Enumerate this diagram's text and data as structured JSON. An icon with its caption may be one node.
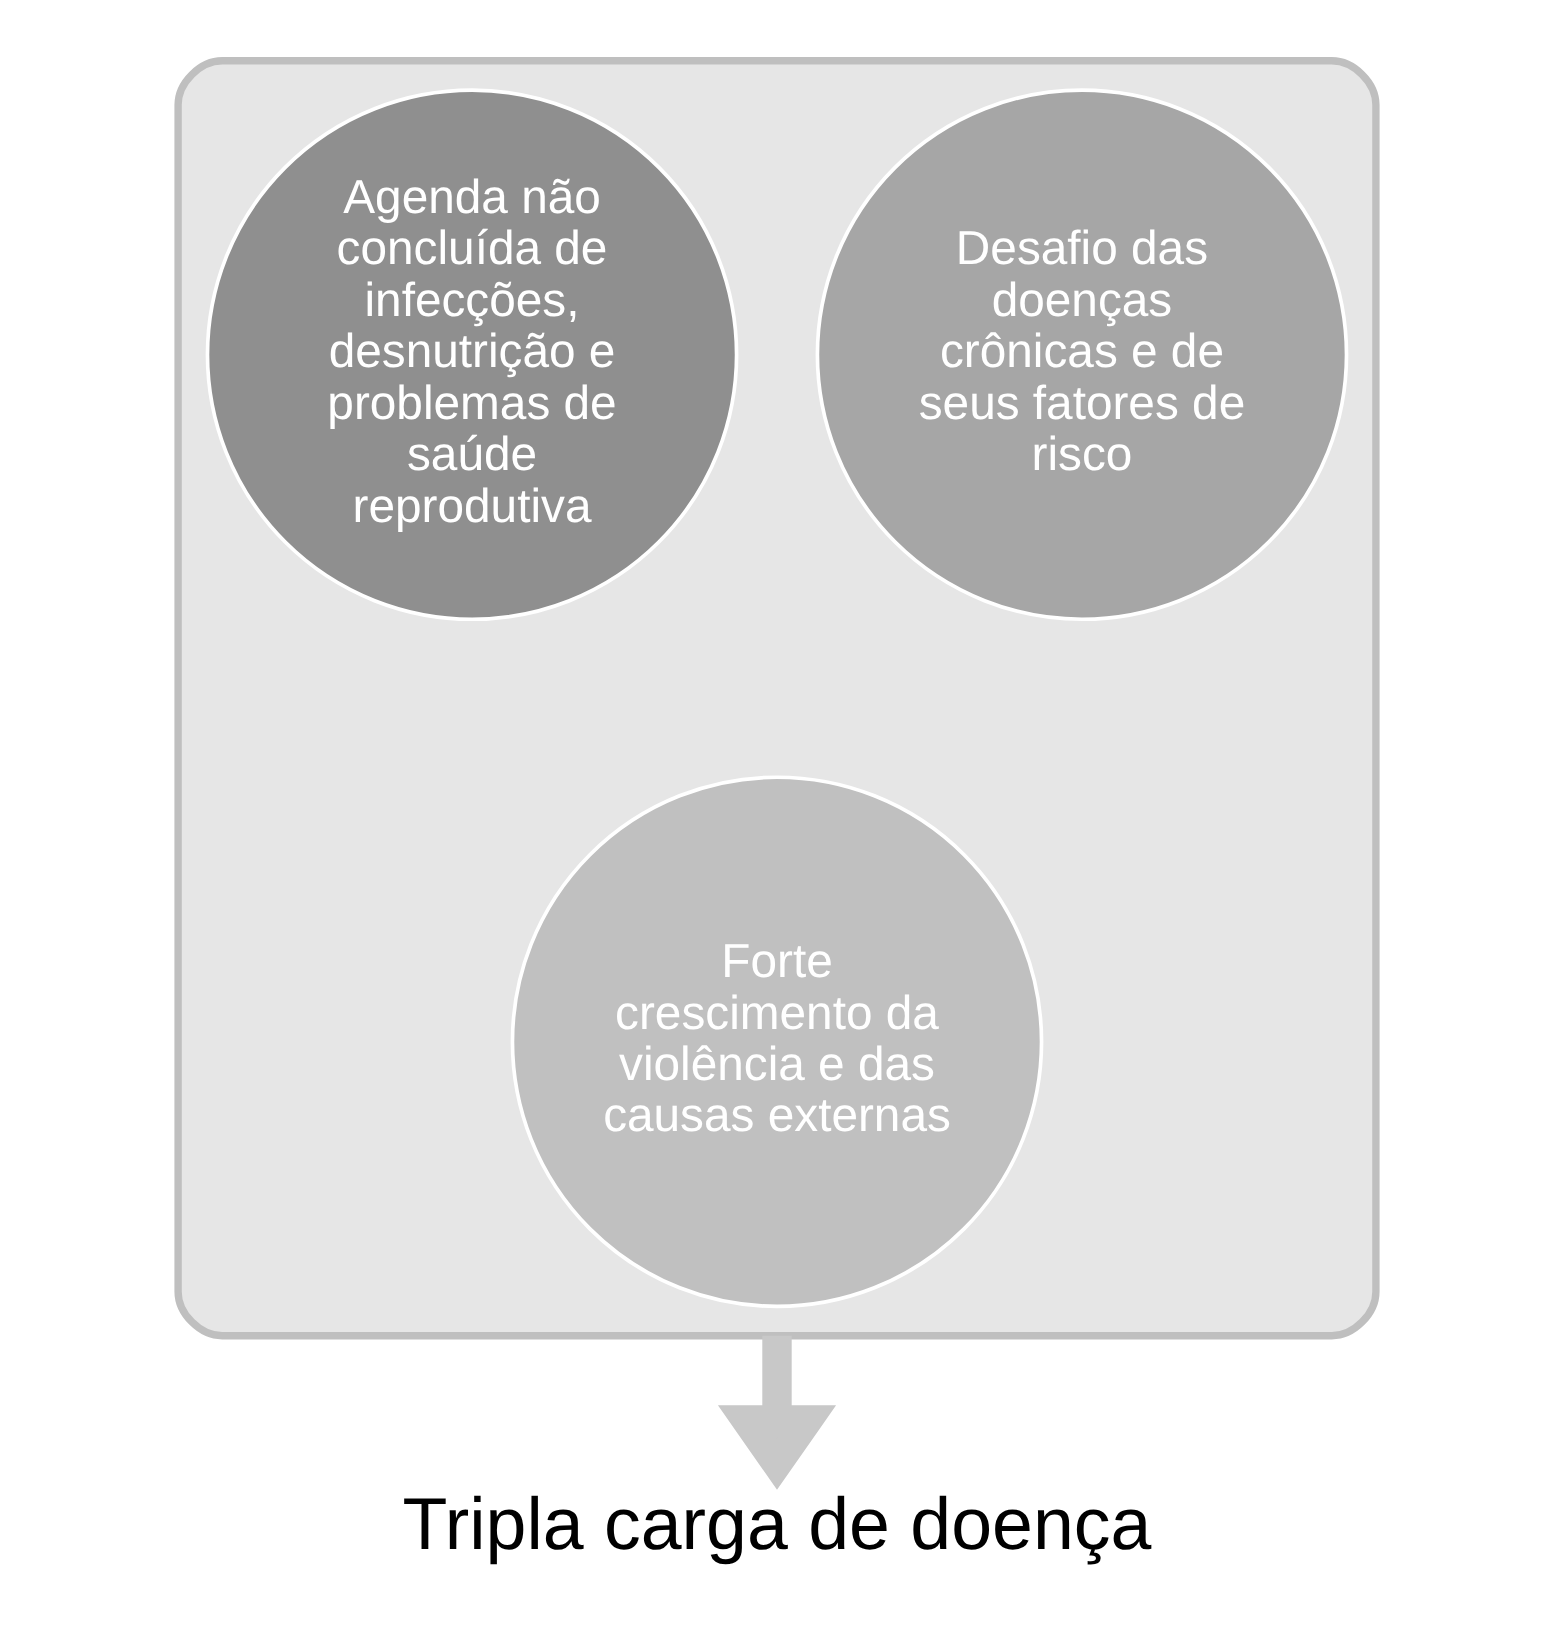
{
  "diagram": {
    "nodes": [
      {
        "text": [],
        "shape": "funnel"
      },
      {
        "text": [
          "Desafio das doenças crônicas e de seus fatores de risco"
        ],
        "in": 0
      },
      {
        "text": [
          "Agenda não concluída de infecções, desnutrição e problemas de saúde reprodutiva"
        ],
        "in": 0
      },
      {
        "text": [
          "Forte crescimento da violência e das causas externas"
        ],
        "in": 0
      },
      {
        "text": [
          "Tripla carga de doença"
        ]
      }
    ],
    "edges": [
      {
        "from": 0,
        "to": 4,
        "arrow": "to",
        "color": "#c8c8c8"
      }
    ]
  }
}
